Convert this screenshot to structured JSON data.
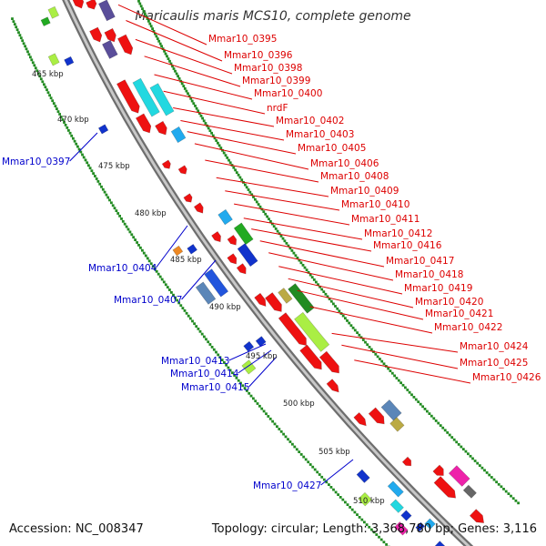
{
  "title": "Maricaulis maris MCS10, complete genome",
  "footer": {
    "accession": "Accession: NC_008347",
    "topology": "Topology: circular; Length: 3,368,780 bp; Genes: 3,116"
  },
  "colors": {
    "forward_label": "#dd0000",
    "reverse_label": "#0000cc",
    "backbone": "#9a9a9a",
    "gc_track": "#228b22"
  },
  "ticks": [
    "465 kbp",
    "470 kbp",
    "475 kbp",
    "480 kbp",
    "485 kbp",
    "490 kbp",
    "495 kbp",
    "500 kbp",
    "505 kbp",
    "510 kbp"
  ],
  "forward_labels": [
    "Mmar10_0395",
    "Mmar10_0396",
    "Mmar10_0398",
    "Mmar10_0399",
    "Mmar10_0400",
    "nrdF",
    "Mmar10_0402",
    "Mmar10_0403",
    "Mmar10_0405",
    "Mmar10_0406",
    "Mmar10_0408",
    "Mmar10_0409",
    "Mmar10_0410",
    "Mmar10_0411",
    "Mmar10_0412",
    "Mmar10_0416",
    "Mmar10_0417",
    "Mmar10_0418",
    "Mmar10_0419",
    "Mmar10_0420",
    "Mmar10_0421",
    "Mmar10_0422",
    "Mmar10_0424",
    "Mmar10_0425",
    "Mmar10_0426"
  ],
  "reverse_labels": [
    "Mmar10_0397",
    "Mmar10_0404",
    "Mmar10_0407",
    "Mmar10_0413",
    "Mmar10_0414",
    "Mmar10_0415",
    "Mmar10_0427"
  ]
}
